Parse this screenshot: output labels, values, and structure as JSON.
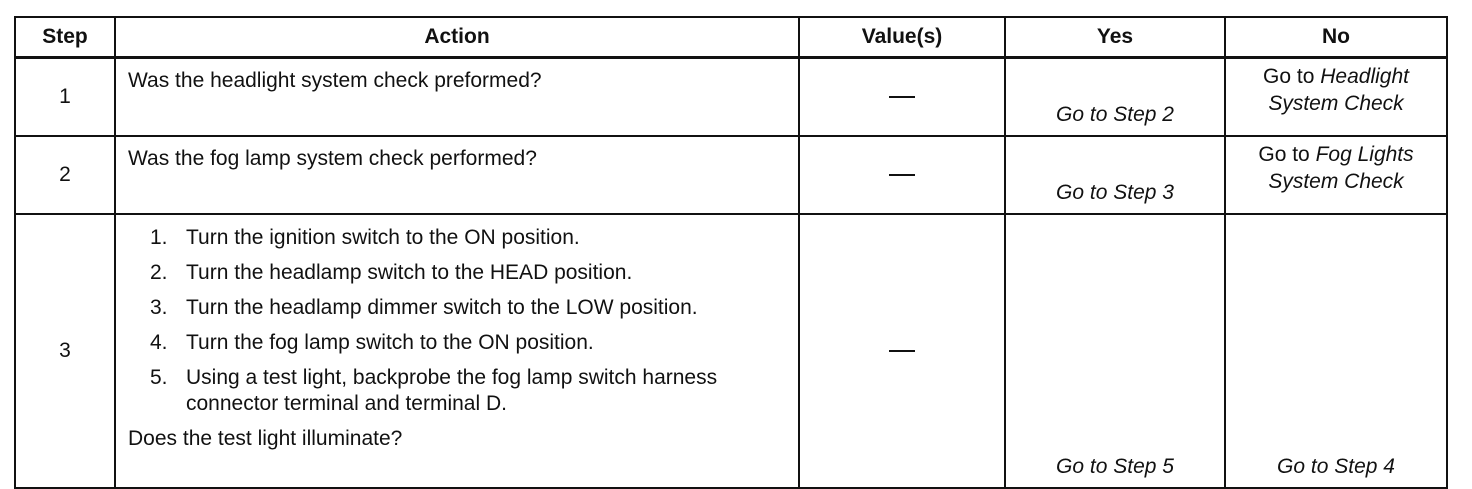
{
  "headers": {
    "step": "Step",
    "action": "Action",
    "values": "Value(s)",
    "yes": "Yes",
    "no": "No"
  },
  "rows": [
    {
      "step": "1",
      "action": "Was the headlight system check preformed?",
      "value": "—",
      "yes": "Go to Step 2",
      "no_prefix": "Go to",
      "no_link_1": "Headlight",
      "no_link_2": "System Check"
    },
    {
      "step": "2",
      "action": "Was the fog lamp system check performed?",
      "value": "—",
      "yes": "Go to Step 3",
      "no_prefix": "Go to",
      "no_link_1": "Fog Lights",
      "no_link_2": "System Check"
    },
    {
      "step": "3",
      "substeps": [
        {
          "num": "1.",
          "text": "Turn the ignition switch to the ON position."
        },
        {
          "num": "2.",
          "text": "Turn the headlamp switch to the HEAD position."
        },
        {
          "num": "3.",
          "text": "Turn the headlamp dimmer switch to the LOW position."
        },
        {
          "num": "4.",
          "text": "Turn the fog lamp switch to the ON position."
        },
        {
          "num": "5.",
          "text": "Using a test light, backprobe the fog lamp switch harness connector terminal  and terminal D."
        }
      ],
      "question": "Does the test light illuminate?",
      "value": "—",
      "yes": "Go to Step 5",
      "no": "Go to Step 4"
    }
  ]
}
